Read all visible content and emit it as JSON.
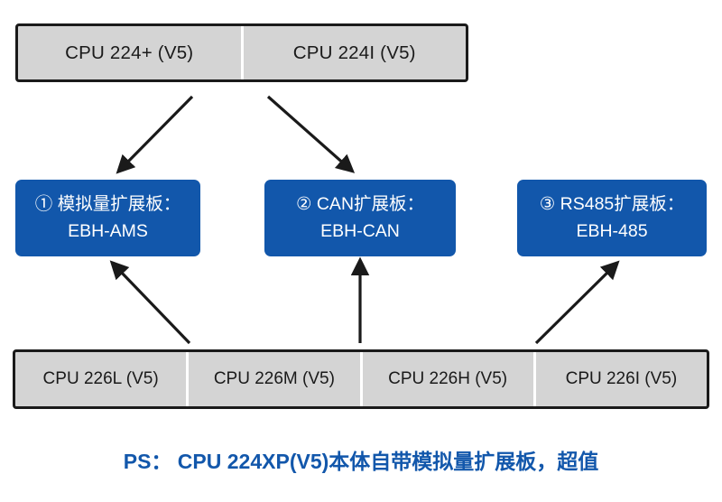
{
  "diagram": {
    "top_row": {
      "cells": [
        {
          "label": "CPU 224+ (V5)"
        },
        {
          "label": "CPU 224I (V5)"
        }
      ]
    },
    "modules": [
      {
        "line1": "① 模拟量扩展板：",
        "line2": "EBH-AMS"
      },
      {
        "line1": "② CAN扩展板：",
        "line2": "EBH-CAN"
      },
      {
        "line1": "③ RS485扩展板：",
        "line2": "EBH-485"
      }
    ],
    "bottom_row": {
      "cells": [
        {
          "label": "CPU 226L (V5)"
        },
        {
          "label": "CPU 226M (V5)"
        },
        {
          "label": "CPU 226H (V5)"
        },
        {
          "label": "CPU 226I (V5)"
        }
      ]
    },
    "footer": {
      "text": "PS： CPU 224XP(V5)本体自带模拟量扩展板，超值"
    },
    "colors": {
      "module_blue": "#1257ab",
      "cpu_gray": "#d4d4d4",
      "outline": "#1a1a1a",
      "footer_blue": "#1257ab"
    }
  }
}
